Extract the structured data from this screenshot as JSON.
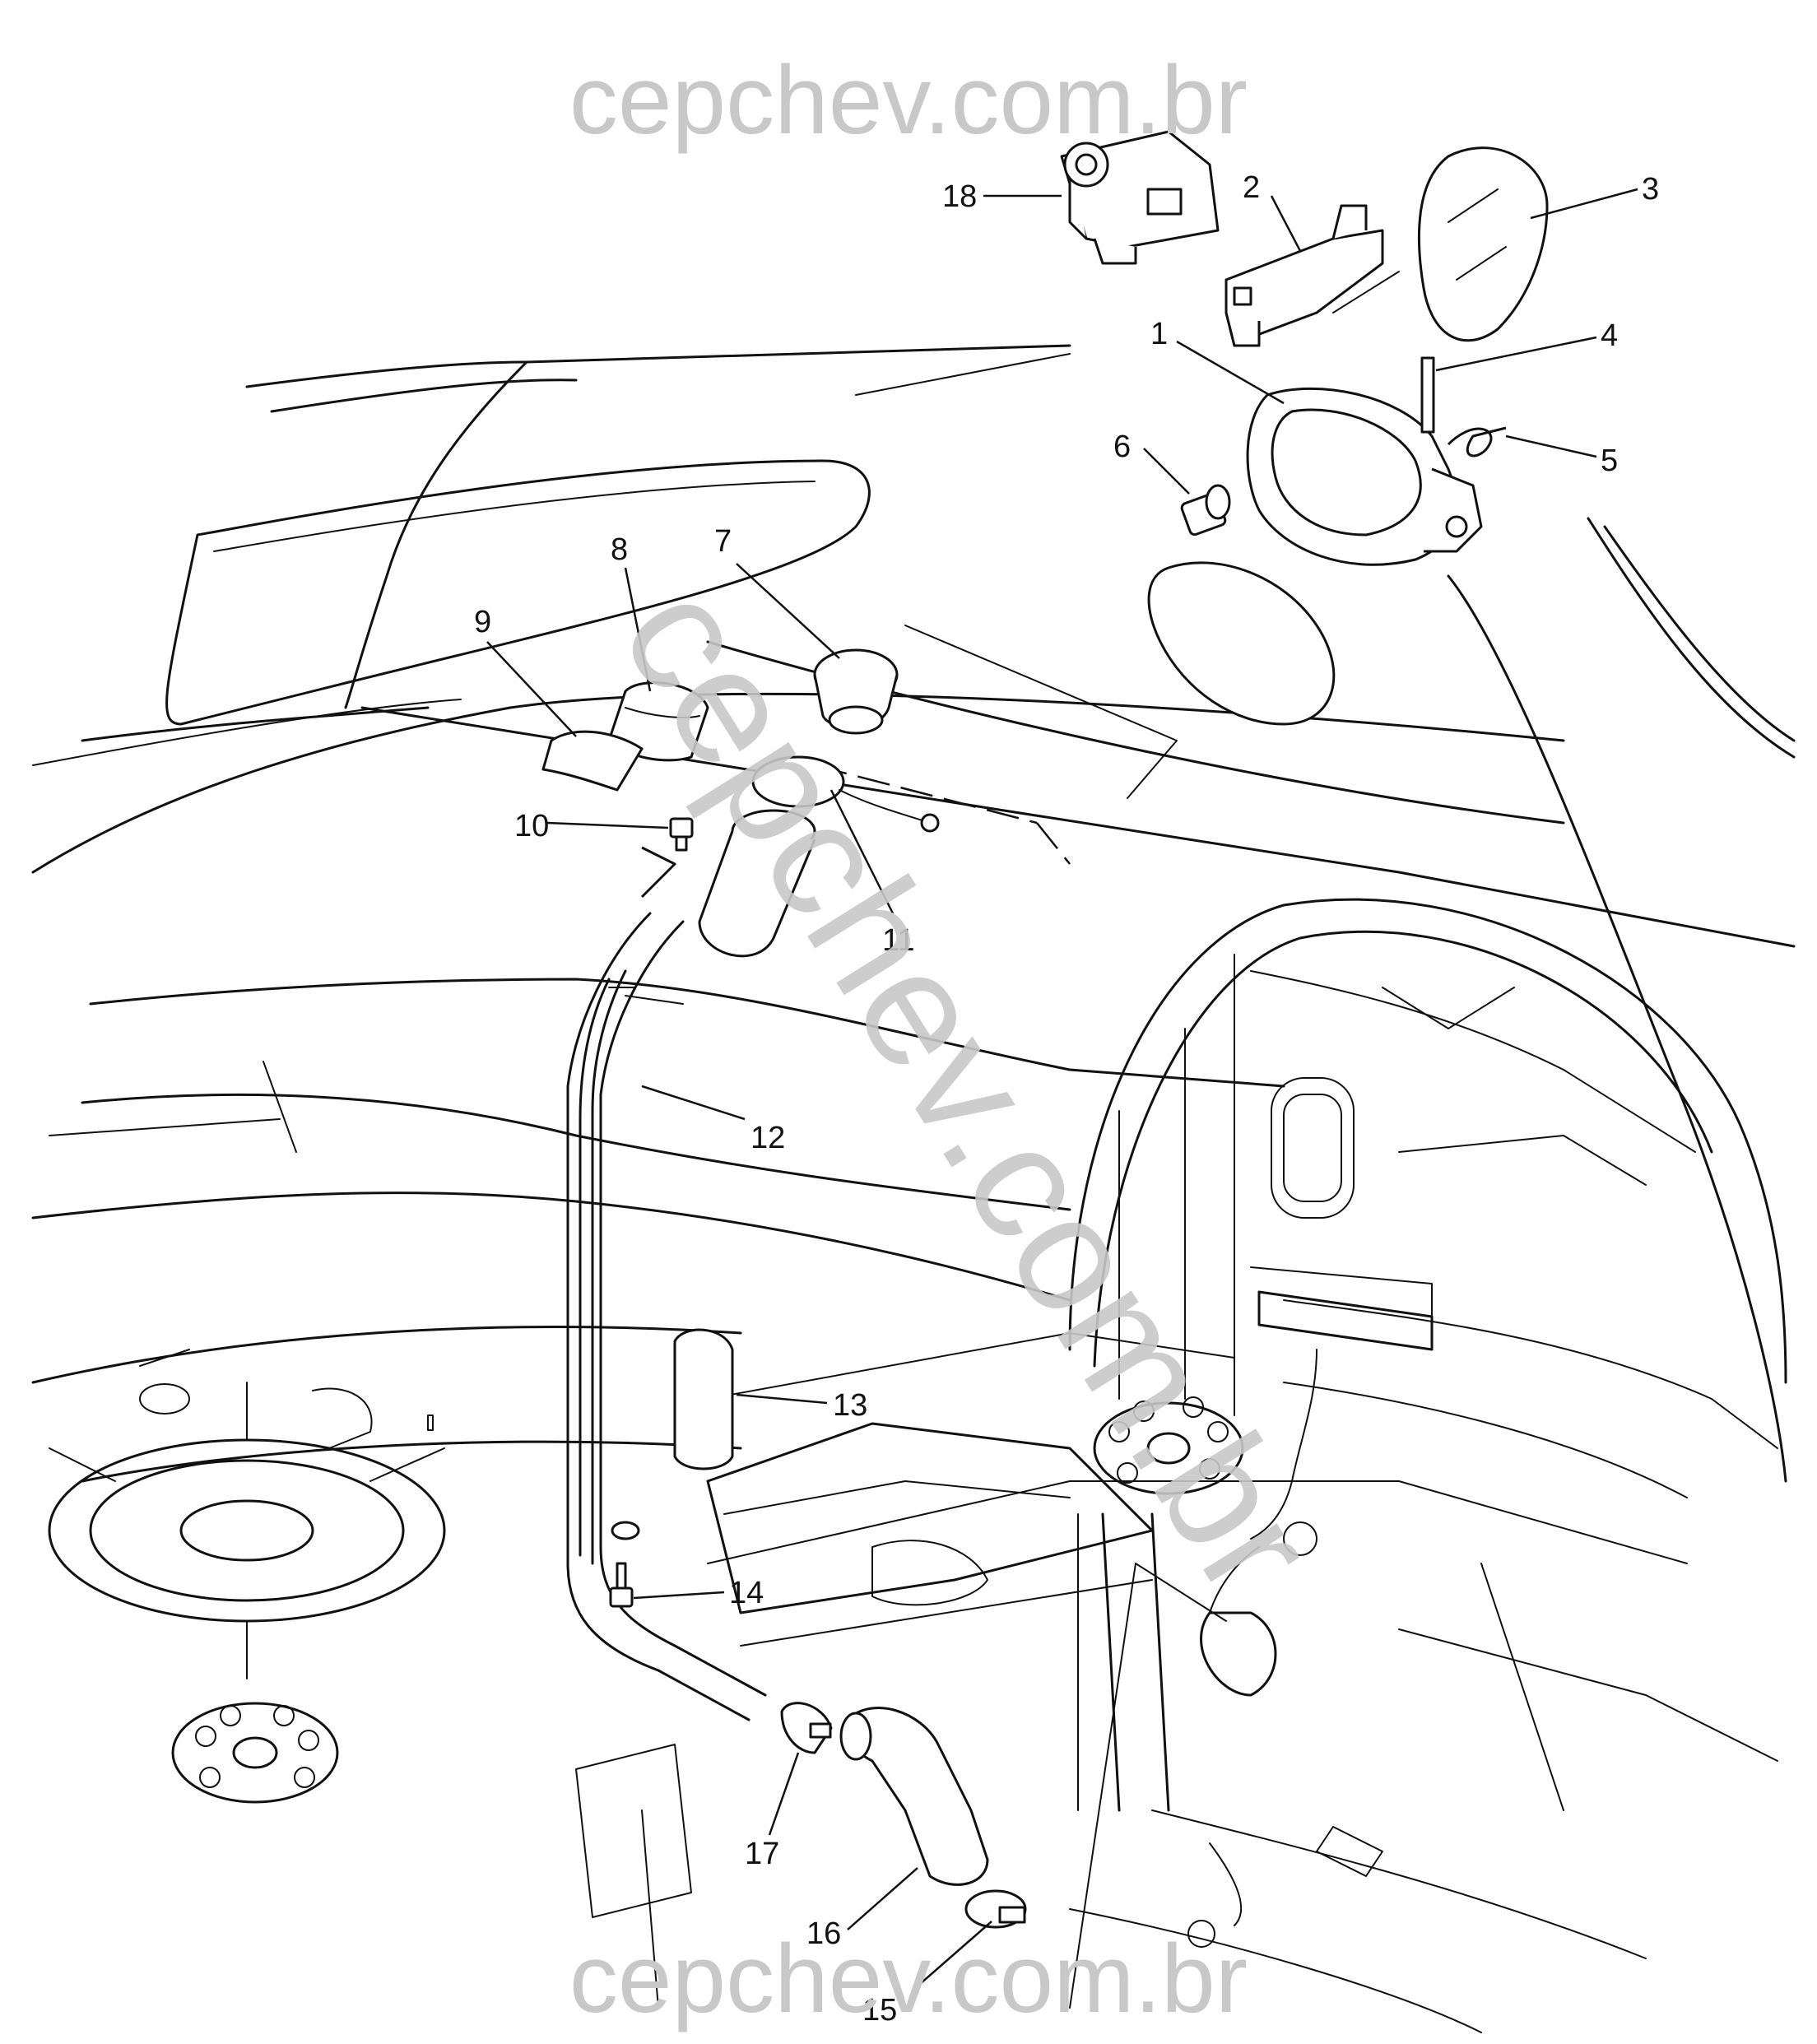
{
  "watermark": {
    "top": "cepchev.com.br",
    "bottom": "cepchev.com.br",
    "diagonal": "cepchev.com.br"
  },
  "labels": [
    "1",
    "2",
    "3",
    "4",
    "5",
    "6",
    "7",
    "8",
    "9",
    "10",
    "11",
    "12",
    "13",
    "14",
    "15",
    "16",
    "17",
    "18"
  ],
  "colors": {
    "line": "#111111",
    "watermark": "#c8c8c8",
    "background": "#ffffff"
  }
}
